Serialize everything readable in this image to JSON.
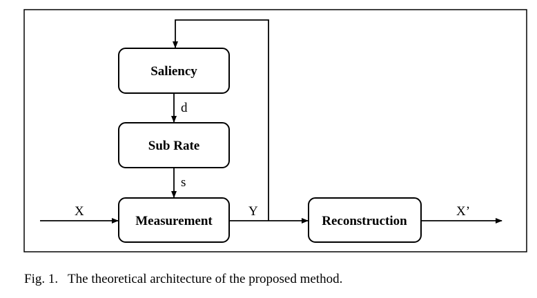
{
  "blocks": {
    "saliency": "Saliency",
    "sub_rate": "Sub Rate",
    "measurement": "Measurement",
    "reconstruction": "Reconstruction"
  },
  "signals": {
    "d": "d",
    "s": "s",
    "x": "X",
    "y": "Y",
    "x_out": "X’"
  },
  "caption": {
    "number": "Fig. 1.",
    "text": "The theoretical architecture of the proposed method."
  }
}
